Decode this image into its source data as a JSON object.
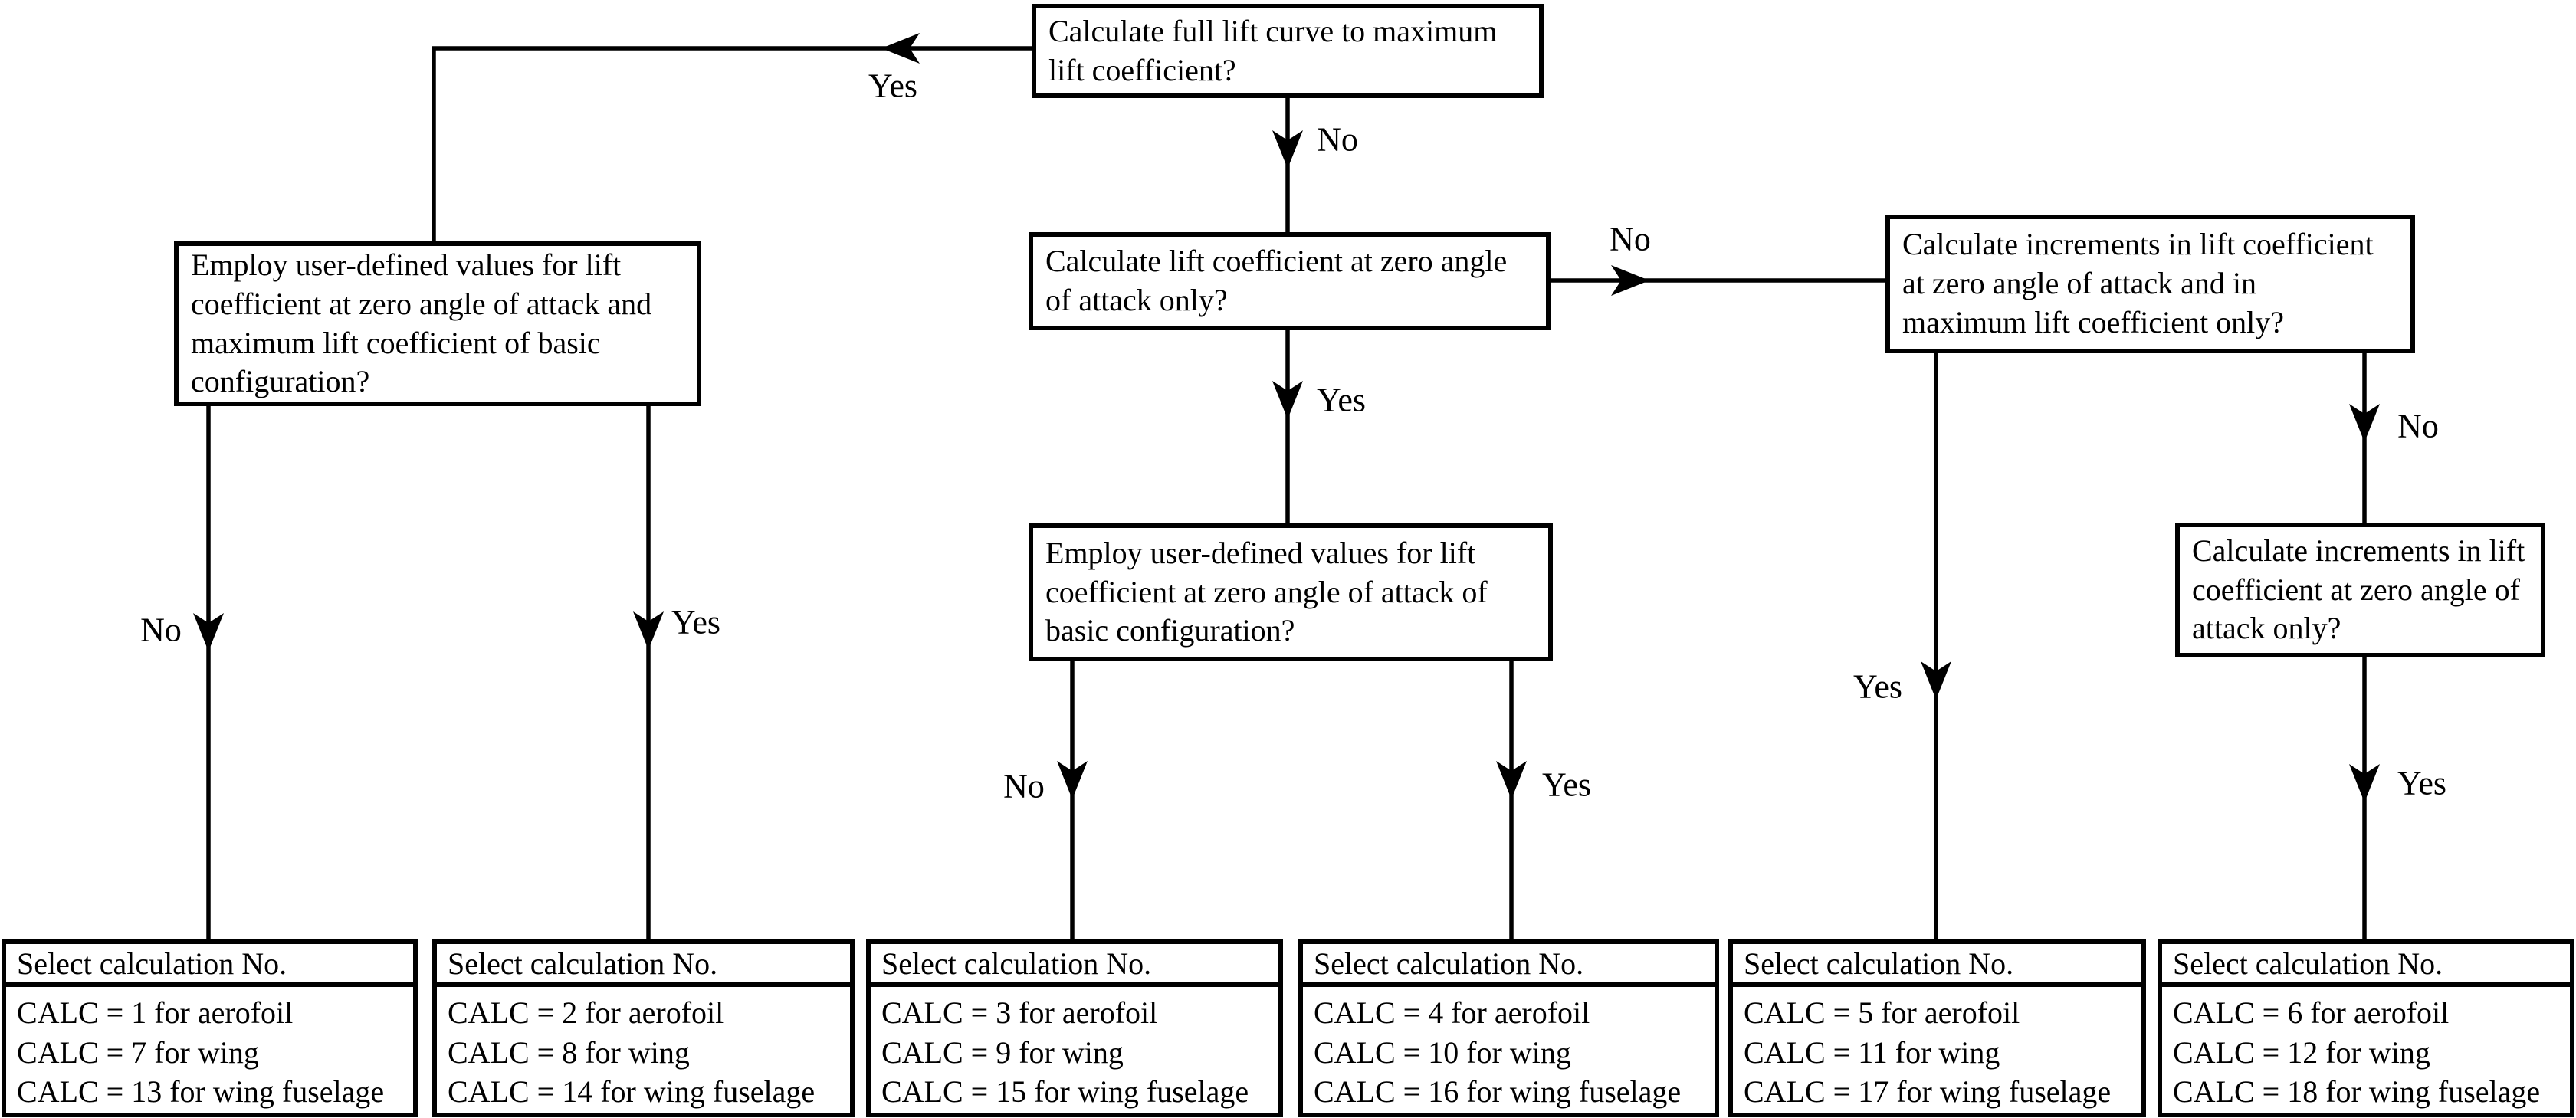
{
  "colors": {
    "ink": "#000000",
    "background": "#ffffff"
  },
  "nodes": {
    "full_lift": {
      "lines": [
        "Calculate full lift curve to maximum",
        "lift coefficient?"
      ]
    },
    "user_defined_full": {
      "lines": [
        "Employ user-defined values for lift",
        "coefficient at zero angle of attack and",
        "maximum lift coefficient of basic",
        "configuration?"
      ]
    },
    "zero_angle_only": {
      "lines": [
        "Calculate lift coefficient at zero angle",
        "of attack only?"
      ]
    },
    "increments_both": {
      "lines": [
        "Calculate increments in lift coefficient",
        "at zero angle of attack and in",
        "maximum lift coefficient only?"
      ]
    },
    "user_defined_zero": {
      "lines": [
        "Employ user-defined values for lift",
        "coefficient at zero angle of attack of",
        "basic configuration?"
      ]
    },
    "increments_zero_only": {
      "lines": [
        "Calculate increments in lift",
        "coefficient at zero angle of",
        "attack only?"
      ]
    }
  },
  "results": [
    {
      "header": "Select calculation No.",
      "lines": [
        "CALC = 1 for aerofoil",
        "CALC = 7 for wing",
        "CALC = 13 for wing fuselage"
      ]
    },
    {
      "header": "Select calculation No.",
      "lines": [
        "CALC = 2 for aerofoil",
        "CALC = 8 for wing",
        "CALC = 14 for wing fuselage"
      ]
    },
    {
      "header": "Select calculation No.",
      "lines": [
        "CALC = 3 for aerofoil",
        "CALC = 9 for wing",
        "CALC = 15 for wing fuselage"
      ]
    },
    {
      "header": "Select calculation No.",
      "lines": [
        "CALC = 4 for aerofoil",
        "CALC = 10 for wing",
        "CALC = 16 for wing fuselage"
      ]
    },
    {
      "header": "Select calculation No.",
      "lines": [
        "CALC = 5 for aerofoil",
        "CALC = 11 for wing",
        "CALC = 17 for wing fuselage"
      ]
    },
    {
      "header": "Select calculation No.",
      "lines": [
        "CALC = 6 for aerofoil",
        "CALC = 12 for wing",
        "CALC = 18 for wing fuselage"
      ]
    }
  ],
  "edges": {
    "full_yes": "Yes",
    "full_no": "No",
    "zero_no": "No",
    "zero_yes": "Yes",
    "user_full_no": "No",
    "user_full_yes": "Yes",
    "user_zero_no": "No",
    "user_zero_yes": "Yes",
    "incr_both_yes": "Yes",
    "incr_both_no": "No",
    "incr_zero_yes": "Yes"
  }
}
